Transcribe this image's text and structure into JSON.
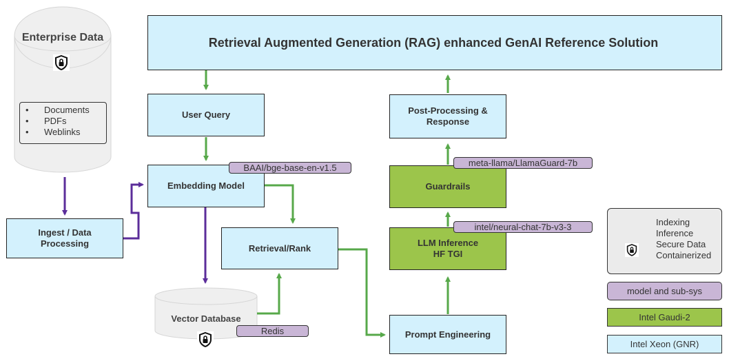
{
  "title": "Retrieval Augmented Generation (RAG) enhanced GenAI Reference Solution",
  "enterprise_data": {
    "label": "Enterprise Data",
    "items": [
      "Documents",
      "PDFs",
      "Weblinks"
    ],
    "bullet": "•",
    "icon": "shield-lock-icon"
  },
  "nodes": {
    "user_query": "User Query",
    "embedding_model": "Embedding Model",
    "ingest": "Ingest / Data Processing",
    "retrieval_rank": "Retrieval/Rank",
    "vector_db": "Vector Database",
    "prompt_engineering": "Prompt Engineering",
    "llm_inference_line1": "LLM Inference",
    "llm_inference_line2": "HF TGI",
    "guardrails": "Guardrails",
    "post_processing_line1": "Post-Processing &",
    "post_processing_line2": "Response"
  },
  "tags": {
    "embedding": "BAAI/bge-base-en-v1.5",
    "vector_db": "Redis",
    "llm": "intel/neural-chat-7b-v3-3",
    "guardrails": "meta-llama/LlamaGuard-7b"
  },
  "legend": {
    "indexing": "Indexing",
    "inference": "Inference",
    "secure_line1": "Secure Data",
    "secure_line2": "Containerized",
    "model_subsys": "model and sub-sys",
    "gaudi": "Intel Gaudi-2",
    "xeon": "Intel Xeon (GNR)"
  },
  "colors": {
    "xeon": "#d3f1fd",
    "gaudi": "#9cc54b",
    "tag": "#c9b6d6",
    "indexing_arrow": "#5b2d9a",
    "inference_arrow": "#57a84a",
    "cylinder": "#efefef"
  }
}
